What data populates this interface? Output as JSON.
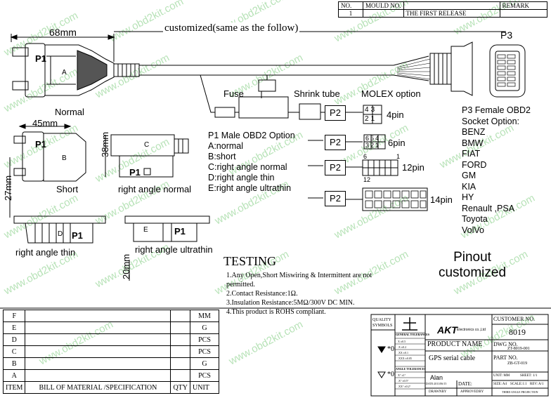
{
  "revision_table": {
    "headers": [
      "NO.",
      "MOULD NO.",
      "",
      "REMARK"
    ],
    "rows": [
      [
        "1",
        "",
        "THE FIRST RELEASE",
        ""
      ]
    ]
  },
  "dims": {
    "length_68": "68mm",
    "width_45": "45mm",
    "height_38": "38mm",
    "height_27": "27mm",
    "height_20": "20mm"
  },
  "customized_note": "customized(same as the follow)",
  "connectors": {
    "p1": "P1",
    "p2": "P2",
    "p3": "P3",
    "a": "A",
    "b": "B",
    "c": "C",
    "d": "D",
    "e": "E"
  },
  "labels": {
    "normal": "Normal",
    "short": "Short",
    "right_angle_normal": "right angle normal",
    "right_angle_thin": "right angle thin",
    "right_angle_ultrathin": "right angle ultrathin",
    "fuse": "Fuse",
    "shrink_tube": "Shrink tube",
    "molex_option": "MOLEX option"
  },
  "molex_pins": [
    "4pin",
    "6pin",
    "12pin",
    "14pin"
  ],
  "pin_numbers": {
    "p4": [
      "4",
      "3",
      "2",
      "1"
    ],
    "p6": [
      "6",
      "5",
      "4",
      "3",
      "2",
      "1"
    ],
    "p12_top_left": "6",
    "p12_top_right": "1",
    "p12_bottom_left": "12"
  },
  "p1_options": {
    "title": "P1 Male OBD2 Option",
    "items": [
      "A:normal",
      "B:short",
      "C:right angle normal",
      "D:right angle thin",
      "E:right angle ultrathin"
    ]
  },
  "p3_options": {
    "title": "P3 Female OBD2",
    "subtitle": "Socket Option:",
    "brands": [
      "BENZ",
      "BMW",
      "FIAT",
      "FORD",
      "GM",
      "KIA",
      "HY",
      "Renault ,PSA",
      "Toyota",
      "VolVo"
    ]
  },
  "pinout": [
    "Pinout",
    "customized"
  ],
  "testing": {
    "title": "TESTING",
    "lines": [
      "1.Any Open,Short Miswiring & Intermittent are not",
      "permitted.",
      "2.Contact Resistance:1Ω.",
      "3.Insulation Resistance:5MΩ/300V DC MIN.",
      "4.This product is ROHS compliant."
    ]
  },
  "bom": {
    "header": [
      "ITEM",
      "BILL OF MATERIAL /SPECIFICATION",
      "QTY",
      "UNIT"
    ],
    "rows": [
      {
        "item": "F",
        "unit": "MM"
      },
      {
        "item": "E",
        "unit": "G"
      },
      {
        "item": "D",
        "unit": "PCS"
      },
      {
        "item": "C",
        "unit": "PCS"
      },
      {
        "item": "B",
        "unit": "G"
      },
      {
        "item": "A",
        "unit": "PCS"
      }
    ]
  },
  "title_block": {
    "quality_symbols": "QUALITY SYMBOLS",
    "general_tolerances": "GENERAL TOLERANCES",
    "angle_tolerances": "ANGLE TOLERANCES",
    "company": "AKT",
    "company_sub": "Electronics co.,Ltd",
    "customer_no_label": "CUSTOMER NO.",
    "customer_no": "8019",
    "product_name_label": "PRODUCT NAME",
    "product_name": "GPS serial cable",
    "dwg_no_label": "DWG NO.",
    "dwg_no": "ZT-8019-001",
    "part_no_label": "PART NO.",
    "part_no": "ZB-GT-019",
    "drawn_name": "Alan",
    "date_label": "DATE:",
    "date_value": "DATE:2011/06/15",
    "drawnby": "DRAWNBY",
    "approvedby": "APPROVEDBY",
    "unit": "UNIT: MM",
    "sheet": "SHEET: 1/1",
    "size": "SIZE: A4",
    "scale": "SCALE:1:1",
    "rev": "REV: A/1",
    "projection": "THIRD ANGLE PROJECTION",
    "tol_rows": [
      "X  ±0.5",
      ".X  ±0.2",
      ".XX  ±0.1",
      ".XXX  ±0.05"
    ],
    "ang_rows": [
      "X°  ±1°",
      ".X°  ±0.5°",
      ".XX°  ±0.2°"
    ],
    "sym_a": "*0",
    "sym_b": "*0"
  },
  "watermark": "www.obd2kit.com"
}
